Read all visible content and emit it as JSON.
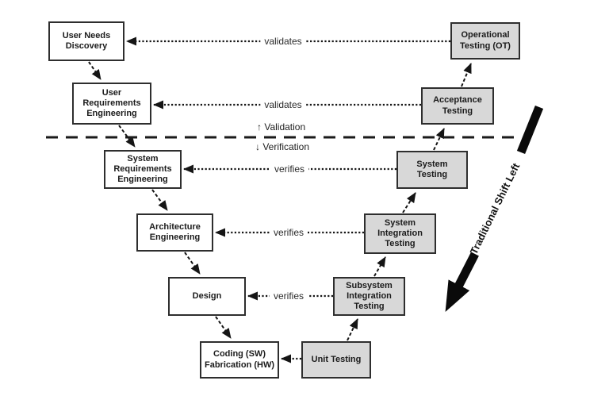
{
  "colors": {
    "engineering_box_fill": "#ffffff",
    "testing_box_fill": "#d8d8d8",
    "box_border": "#2e2e2e",
    "arrow": "#151515",
    "background": "#ffffff"
  },
  "left_column": [
    {
      "label": "User Needs\nDiscovery"
    },
    {
      "label": "User\nRequirements\nEngineering"
    },
    {
      "label": "System\nRequirements\nEngineering"
    },
    {
      "label": "Architecture\nEngineering"
    },
    {
      "label": "Design"
    },
    {
      "label": "Coding (SW)\nFabrication (HW)"
    }
  ],
  "right_column": [
    {
      "label": "Operational\nTesting (OT)"
    },
    {
      "label": "Acceptance\nTesting"
    },
    {
      "label": "System\nTesting"
    },
    {
      "label": "System\nIntegration\nTesting"
    },
    {
      "label": "Subsystem\nIntegration\nTesting"
    },
    {
      "label": "Unit Testing"
    }
  ],
  "relation_labels": [
    {
      "text": "validates"
    },
    {
      "text": "validates"
    },
    {
      "text": "verifies"
    },
    {
      "text": "verifies"
    },
    {
      "text": "verifies"
    }
  ],
  "axis_labels": {
    "validation": "↑ Validation",
    "verification": "↓ Verification"
  },
  "shift_arrow": {
    "label": "Traditional Shift Left"
  }
}
